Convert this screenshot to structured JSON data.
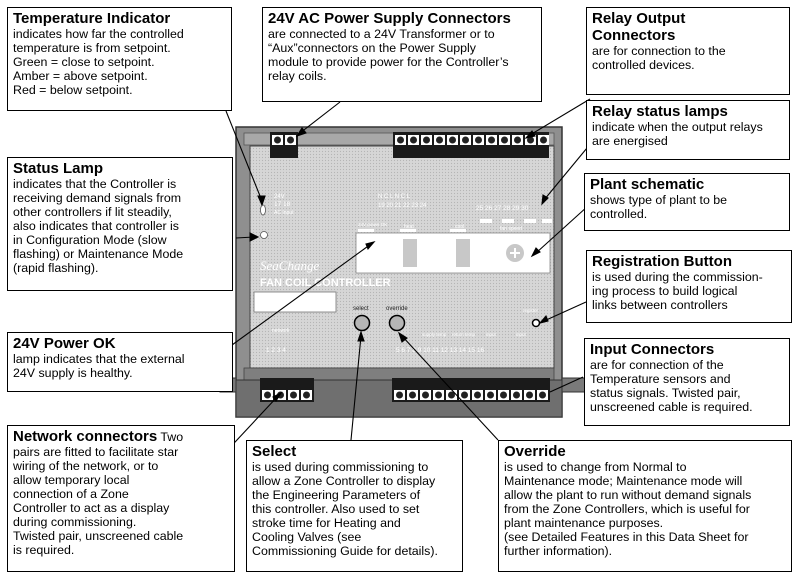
{
  "device": {
    "brand": "SeaChange",
    "model": "FAN COIL CONTROLLER",
    "select_label": "select",
    "override_label": "override",
    "labels": {
      "top_term": "24V",
      "top_nums": "17  18",
      "top_sub": "AC Input",
      "relay_mid_letters": "N C L  N C L",
      "relay_mid_nums": "19 20 21 22 23 24",
      "relay_right_nums": "25 26  27 28  29 30",
      "fan_label": "fan speed",
      "heat_label": "heat",
      "cool_label": "cool",
      "status_tag": "24V power OK",
      "network_label": "network",
      "network_nums": "1  2  3  4",
      "input_nums": "5  6  7  8  9  10  11  12  13  14  15  16",
      "input_group1": "supply temp",
      "input_group2": "return temp",
      "input_group3": "input",
      "input_group4": "input",
      "reg_label": "register"
    }
  },
  "callouts": {
    "temperature_indicator": {
      "title": "Temperature Indicator",
      "lines": [
        "indicates how far the controlled",
        "temperature is from setpoint.",
        "Green = close to setpoint.",
        "Amber = above setpoint.",
        "Red = below setpoint."
      ]
    },
    "power_supply": {
      "title": "24V AC Power Supply Connectors",
      "lines": [
        "are connected to a 24V Transformer or to",
        "“Aux”connectors on the Power Supply",
        "module to provide power for the Controller’s",
        "relay coils."
      ]
    },
    "relay_output": {
      "title_lines": [
        "Relay Output",
        "Connectors"
      ],
      "lines": [
        "are for connection to the",
        "controlled devices."
      ]
    },
    "relay_status": {
      "title": "Relay status lamps",
      "lines": [
        "indicate when the output relays",
        "are energised"
      ]
    },
    "status_lamp": {
      "title": "Status Lamp",
      "lines": [
        "indicates that the Controller is",
        "receiving demand signals from",
        "other controllers if lit steadily,",
        "also indicates that controller is",
        "in Configuration Mode (slow",
        "flashing) or Maintenance Mode",
        "(rapid flashing)."
      ]
    },
    "plant_schematic": {
      "title": "Plant schematic",
      "lines": [
        "shows type of plant to be",
        "controlled."
      ]
    },
    "registration": {
      "title": "Registration Button",
      "lines": [
        "is used during the commission-",
        "ing process to build logical",
        "links between controllers"
      ]
    },
    "power_ok": {
      "title": "24V Power OK",
      "lines": [
        "lamp indicates that the external",
        "24V supply is healthy."
      ]
    },
    "input_connectors": {
      "title": "Input Connectors",
      "lines": [
        "are for connection of the",
        "Temperature sensors and",
        "status signals. Twisted pair,",
        "unscreened cable is required."
      ]
    },
    "network": {
      "title": "Network connectors",
      "first_line": "Two",
      "lines": [
        "pairs are fitted to facilitate star",
        "wiring of the network, or to",
        "allow temporary local",
        "connection of a Zone",
        "Controller to act as a display",
        "during commissioning.",
        "Twisted pair, unscreened cable",
        "is required."
      ]
    },
    "select": {
      "title": "Select",
      "lines": [
        "is used during commissioning to",
        "allow a Zone Controller to display",
        "the Engineering Parameters of",
        "this controller. Also used to set",
        "stroke time for Heating and",
        "Cooling Valves (see",
        "Commissioning Guide for details)."
      ]
    },
    "override": {
      "title": "Override",
      "lines": [
        "is used to change from Normal to",
        "Maintenance mode; Maintenance mode will",
        "allow the plant to run without demand signals",
        "from the Zone Controllers, which is useful for",
        "plant maintenance purposes.",
        "(see Detailed Features in this Data Sheet for",
        "further information)."
      ]
    }
  }
}
